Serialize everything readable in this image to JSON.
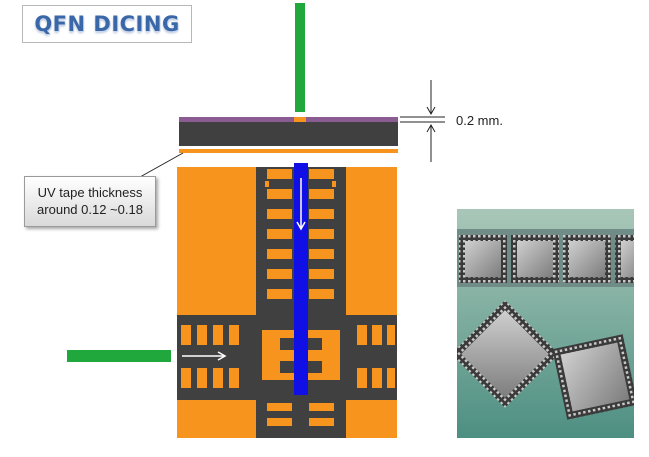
{
  "title": "QFN DICING",
  "callout": {
    "line1": "UV tape thickness",
    "line2": "around 0.12 ~0.18"
  },
  "dimension_label": "0.2 mm.",
  "colors": {
    "frame": "#f7941d",
    "frame_dark": "#404040",
    "saw_blade": "#20a83c",
    "cut_path": "#1010e6",
    "tape": "#f7941d",
    "top_layer": "#8a5c92",
    "title": "#3a67a8"
  },
  "icons": {
    "vertical_blade": "green-rectangle",
    "horizontal_blade": "green-rectangle",
    "cut_direction_down": "arrow-down-icon",
    "cut_direction_right": "arrow-right-icon"
  }
}
